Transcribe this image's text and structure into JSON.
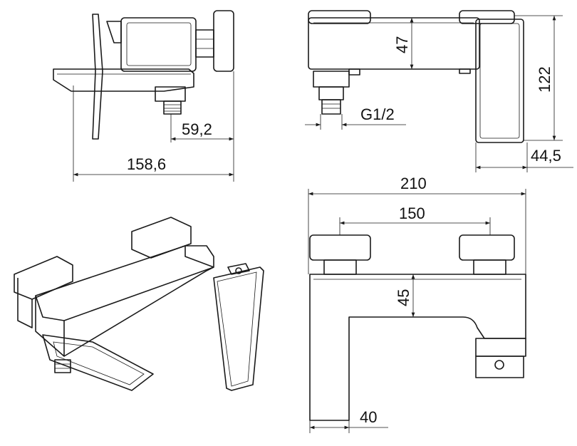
{
  "drawing": {
    "side_view": {
      "spout_to_connector": "59,2",
      "total_depth": "158,6"
    },
    "front_view": {
      "body_height": "47",
      "connection_thread": "G1/2",
      "total_height": "122",
      "handle_depth": "44,5"
    },
    "top_view": {
      "total_width": "210",
      "center_distance": "150",
      "body_width": "45",
      "spout_width": "40"
    }
  }
}
